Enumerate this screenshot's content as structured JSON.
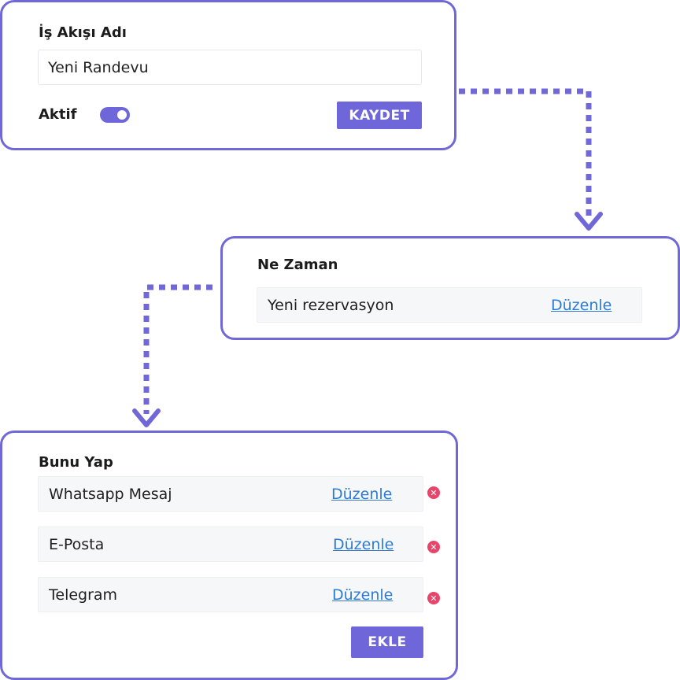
{
  "colors": {
    "accent": "#6f67d9",
    "card_border": "#7068d6",
    "link": "#2e7bd4",
    "remove": "#e8456b",
    "row_bg": "#f6f7f9"
  },
  "workflow": {
    "title": "İş Akışı Adı",
    "name_value": "Yeni Randevu",
    "active_label": "Aktif",
    "active": true,
    "save_label": "KAYDET"
  },
  "trigger": {
    "title": "Ne Zaman",
    "item_label": "Yeni rezervasyon",
    "edit_label": "Düzenle"
  },
  "actions": {
    "title": "Bunu Yap",
    "items": [
      {
        "label": "Whatsapp Mesaj",
        "edit_label": "Düzenle",
        "remove_icon": "close-circle-icon"
      },
      {
        "label": "E-Posta",
        "edit_label": "Düzenle",
        "remove_icon": "close-circle-icon"
      },
      {
        "label": "Telegram",
        "edit_label": "Düzenle",
        "remove_icon": "close-circle-icon"
      }
    ],
    "add_label": "EKLE"
  }
}
